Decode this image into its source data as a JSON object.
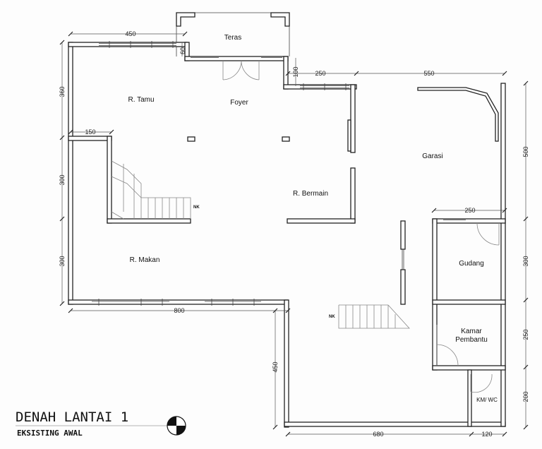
{
  "title": {
    "main": "DENAH LANTAI 1",
    "subtitle": "EKSISTING AWAL"
  },
  "rooms": {
    "teras": "Teras",
    "tamu": "R. Tamu",
    "foyer": "Foyer",
    "garasi": "Garasi",
    "bermain": "R. Bermain",
    "makan": "R. Makan",
    "gudang": "Gudang",
    "kamar_line1": "Kamar",
    "kamar_line2": "Pembantu",
    "kmwc": "KM/ WC"
  },
  "stairs": {
    "upper_label": "NK",
    "lower_label": "NK"
  },
  "dimensions": {
    "top_left": "450",
    "teras_step": "60",
    "foyer_step": "100",
    "top_mid": "250",
    "top_right": "550",
    "left_1": "360",
    "left_2": "300",
    "left_3": "300",
    "stair_width": "150",
    "bottom_main": "800",
    "garage_depth": "450",
    "gudang_width": "250",
    "right_1": "500",
    "right_2": "300",
    "right_3": "250",
    "right_4": "200",
    "bottom_garage": "680",
    "bottom_wc": "120"
  }
}
